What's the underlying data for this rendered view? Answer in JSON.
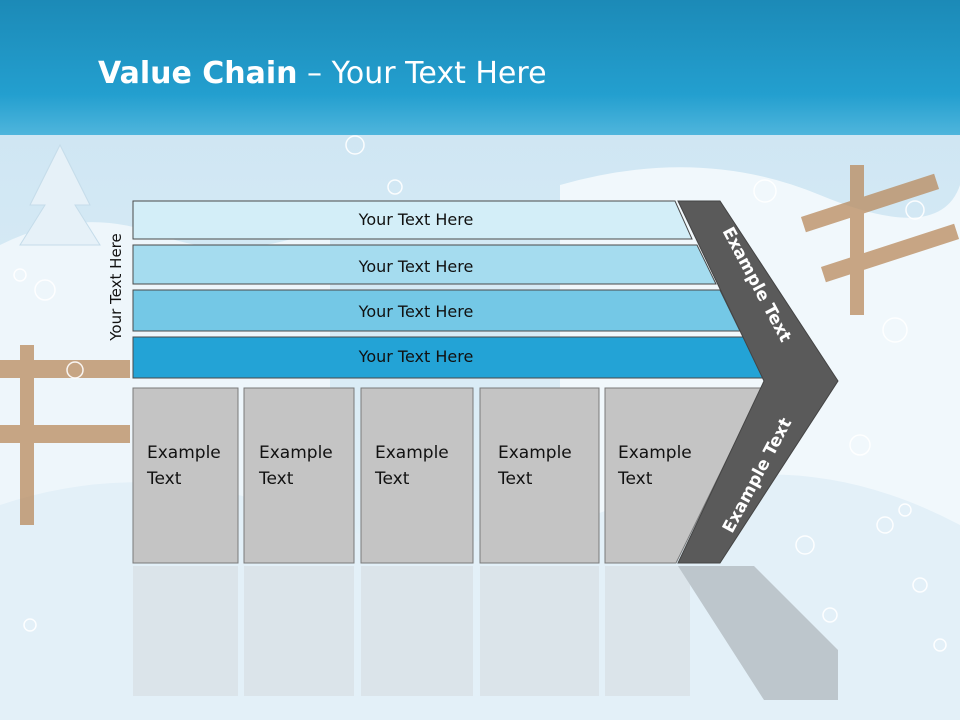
{
  "slide": {
    "title_bold": "Value Chain",
    "title_rest": " – Your Text Here"
  },
  "side_label": "Your Text Here",
  "bars": [
    {
      "label": "Your Text Here",
      "color": "#d3eef8"
    },
    {
      "label": "Your Text Here",
      "color": "#a5dcef"
    },
    {
      "label": "Your Text Here",
      "color": "#74c8e6"
    },
    {
      "label": "Your Text Here",
      "color": "#23a3d6"
    }
  ],
  "boxes": [
    {
      "line1": "Example",
      "line2": "Text"
    },
    {
      "line1": "Example",
      "line2": "Text"
    },
    {
      "line1": "Example",
      "line2": "Text"
    },
    {
      "line1": "Example",
      "line2": "Text"
    },
    {
      "line1": "Example",
      "line2": "Text"
    }
  ],
  "arrow": {
    "upper_text": "Example Text",
    "lower_text": "Example Text",
    "color": "#5a5a5a"
  },
  "colors": {
    "header": "#1e8fbd",
    "box_fill": "#c4c4c4"
  }
}
